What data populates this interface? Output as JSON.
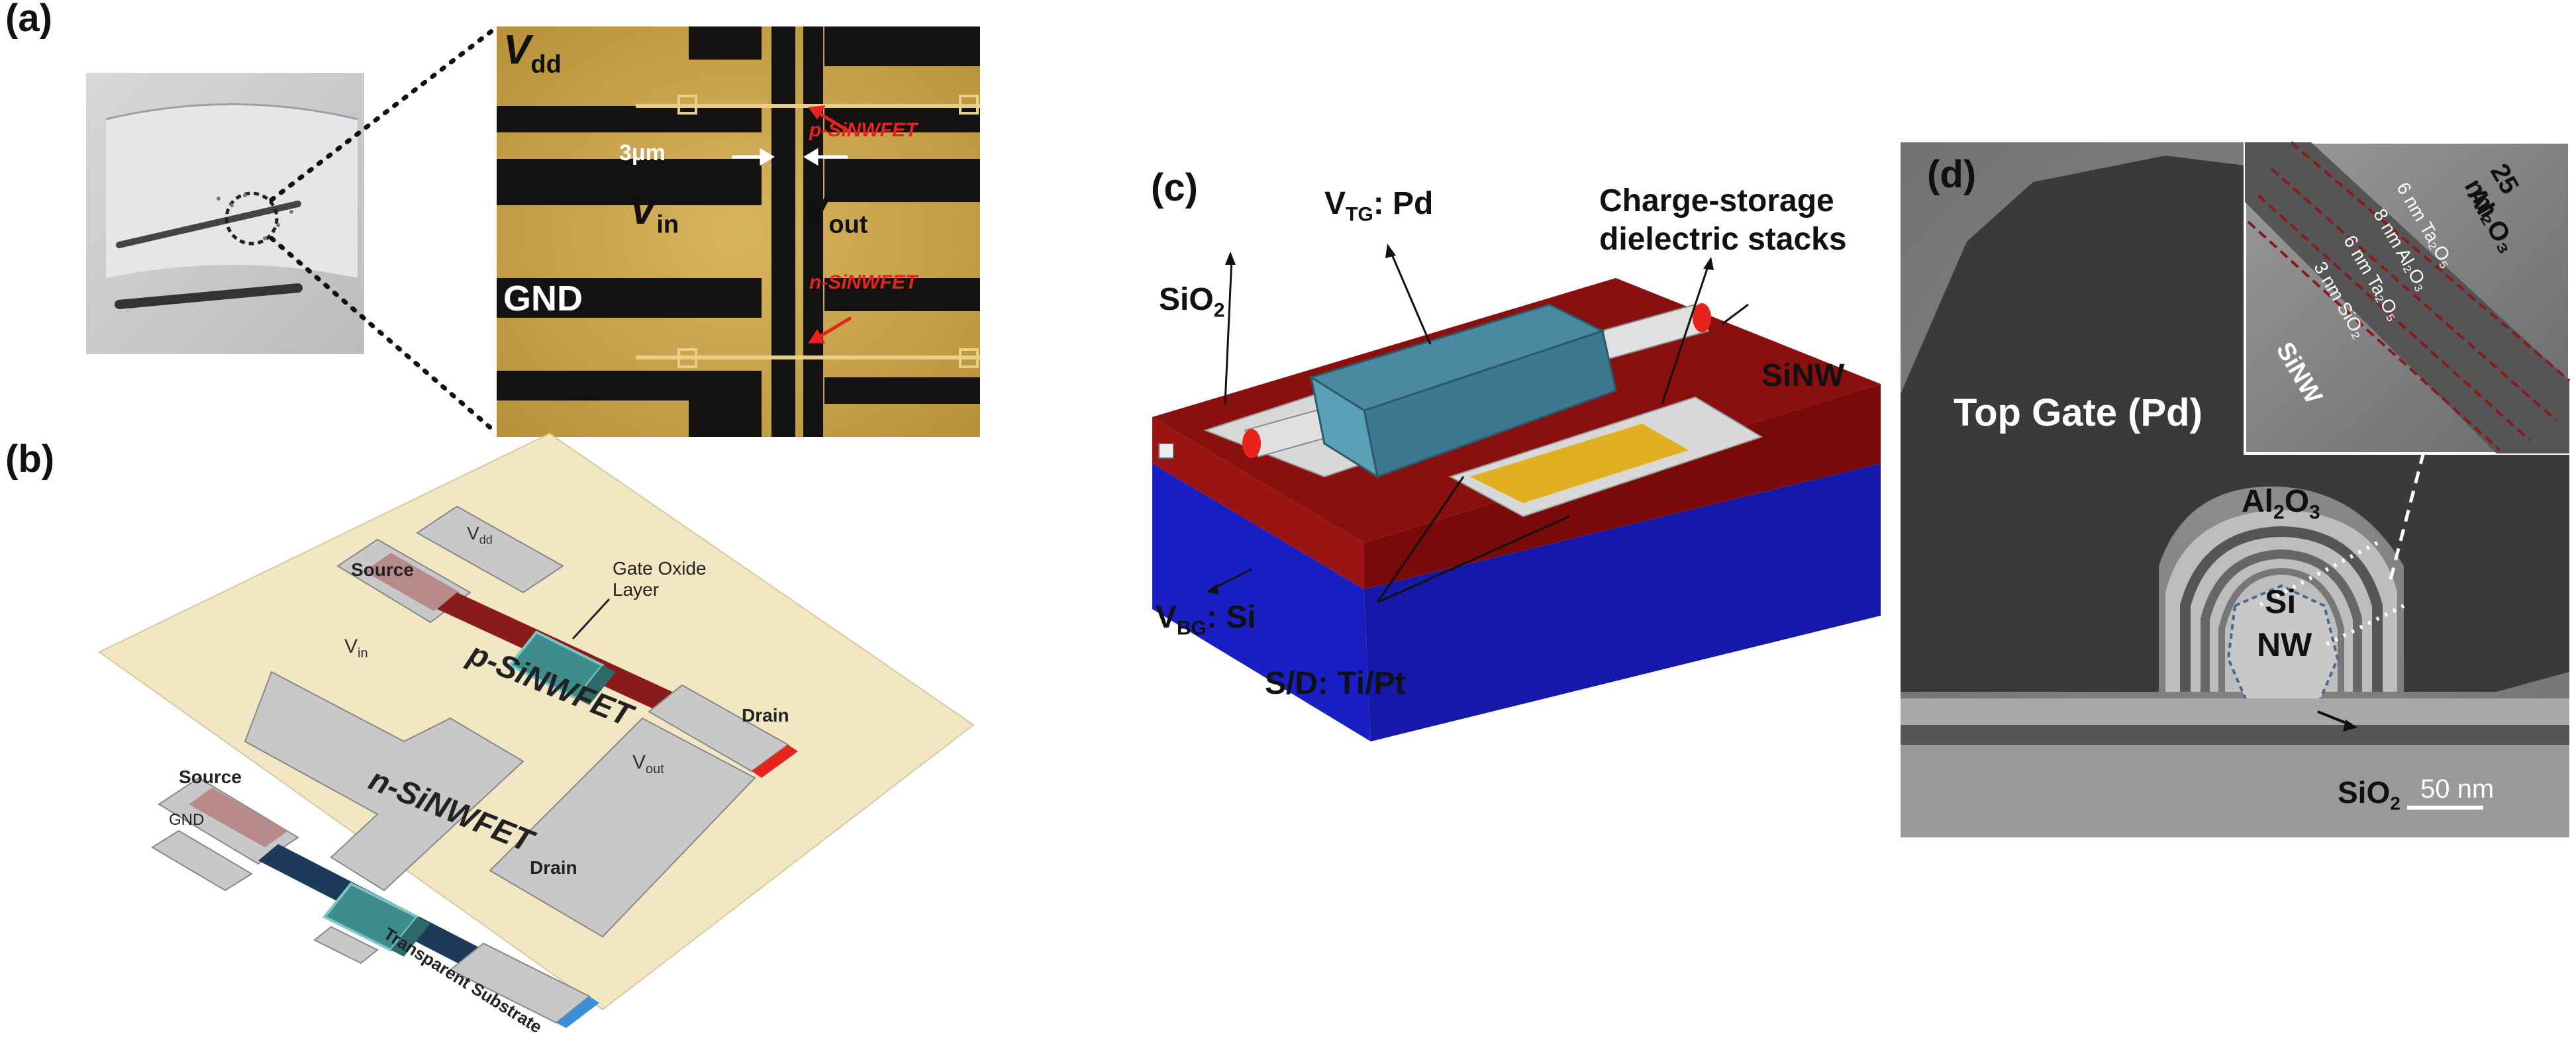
{
  "panels": {
    "a": {
      "label": "(a)",
      "micrograph": {
        "vdd": "V",
        "vdd_sub": "dd",
        "vin": "V",
        "vin_sub": "in",
        "vout": "V",
        "vout_sub": "out",
        "gnd": "GND",
        "scale": "3μm",
        "p_fet": "p-SiNWFET",
        "n_fet": "n-SiNWFET"
      }
    },
    "b": {
      "label": "(b)",
      "vdd": "V",
      "vdd_sub": "dd",
      "vin": "V",
      "vin_sub": "in",
      "vout": "V",
      "vout_sub": "out",
      "gnd": "GND",
      "source_top": "Source",
      "source_bottom": "Source",
      "drain_top": "Drain",
      "drain_bottom": "Drain",
      "gate_oxide_line1": "Gate Oxide",
      "gate_oxide_line2": "Layer",
      "p_fet": "p-SiNWFET",
      "n_fet": "n-SiNWFET",
      "substrate": "Transparent Substrate"
    },
    "c": {
      "label": "(c)",
      "vtg": "V",
      "vtg_sub": "TG",
      "vtg_rest": ": Pd",
      "charge_line1": "Charge-storage",
      "charge_line2": "dielectric stacks",
      "sio2": "SiO",
      "sio2_sub": "2",
      "sinw": "SiNW",
      "vbg": "V",
      "vbg_sub": "BG",
      "vbg_rest": ": Si",
      "sd": "S/D: Ti/Pt"
    },
    "d": {
      "label": "(d)",
      "top_gate": "Top Gate (Pd)",
      "al2o3": "Al",
      "al2o3_sub1": "2",
      "al2o3_o": "O",
      "al2o3_sub2": "3",
      "si": "Si",
      "nw": "NW",
      "sio2": "SiO",
      "sio2_sub": "2",
      "scale": "50 nm",
      "inset": {
        "l25": "25 nm",
        "al2o3_inset": "Al₂O₃",
        "ta1": "6 nm Ta₂O₅",
        "al8": "8 nm Al₂O₃",
        "ta2": "6 nm Ta₂O₅",
        "sio3": "3 nm SiO₂",
        "sinw": "SiNW"
      }
    }
  },
  "colors": {
    "red_label": "#e8231c",
    "micrograph_gold": "#c9a24a",
    "metal_dark": "#141210",
    "substrate_beige": "#f2e6c3",
    "pad_gray": "#c8c8c8",
    "source_pad": "#b88a8a",
    "p_channel": "#8b1a1a",
    "n_channel": "#1e3a5a",
    "gate_teal": "#3f8c8c",
    "c_red_layer": "#8a0f0f",
    "c_blue_layer": "#1a1fc4",
    "c_gold": "#e0b020",
    "c_gate_blue": "#4a8aa0",
    "tem_gray": "#7a7a7a"
  }
}
